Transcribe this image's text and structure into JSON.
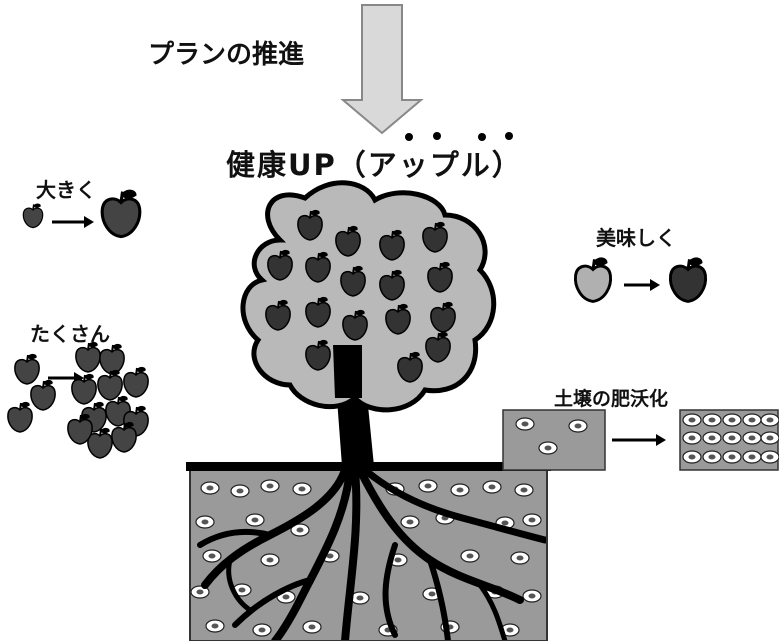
{
  "top_label": "プランの推進",
  "center_title": "健康UP（アップル）",
  "center_title_emphasis_dots": [
    "ア",
    "ッ",
    "プ",
    "ル"
  ],
  "labels": {
    "bigger": "大きく",
    "more": "たくさん",
    "tastier": "美味しく",
    "soil": "土壌の肥沃化"
  },
  "colors": {
    "arrow_fill": "#d9d9d9",
    "canopy": "#b9b9b9",
    "apple_dark": "#333333",
    "apple_light": "#b0b0b0",
    "soil": "#9a9a9a",
    "trunk": "#000000"
  }
}
